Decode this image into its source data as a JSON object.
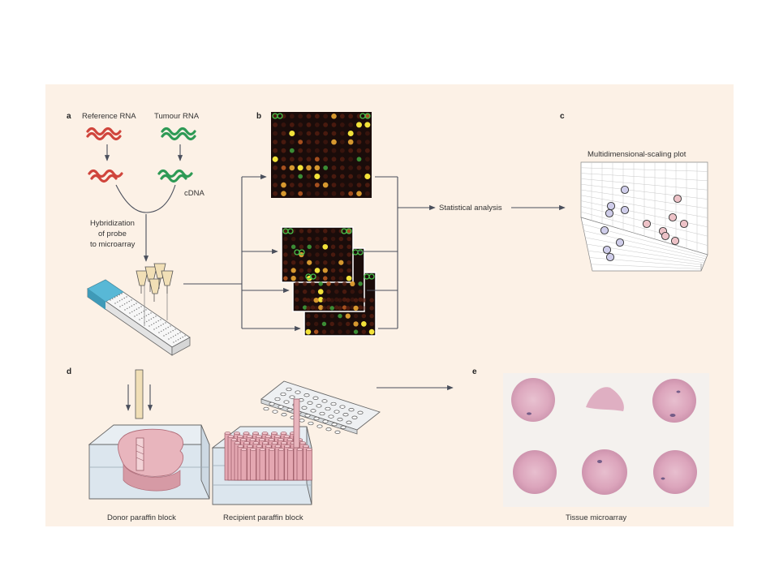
{
  "colors": {
    "panel_background": "#fcf1e6",
    "reference_rna": "#d0453c",
    "tumour_rna": "#2e9a55",
    "arrow": "#4a4f5c",
    "microarray_background": "#1a0c0a",
    "slide_label": "#58b8d6",
    "mds_point_group_1": "#cfcdea",
    "mds_point_group_2": "#edc2c7",
    "tissue_stain": "#d9a0b8"
  },
  "panel_a": {
    "letter": "a",
    "reference_label": "Reference RNA",
    "tumour_label": "Tumour RNA",
    "cdna_label": "cDNA",
    "hybridization_lines": [
      "Hybridization",
      "of probe",
      "to microarray"
    ]
  },
  "panel_b": {
    "letter": "b",
    "arrays_shown": 4,
    "step_label": "Statistical analysis"
  },
  "panel_c": {
    "letter": "c",
    "plot_title": "Multidimensional-scaling plot",
    "group_1_point_count": 8,
    "group_2_point_count": 7
  },
  "panel_d": {
    "letter": "d",
    "donor_label": "Donor paraffin block",
    "recipient_label": "Recipient paraffin block"
  },
  "panel_e": {
    "letter": "e",
    "tissue_label": "Tissue microarray",
    "core_count": 6
  }
}
